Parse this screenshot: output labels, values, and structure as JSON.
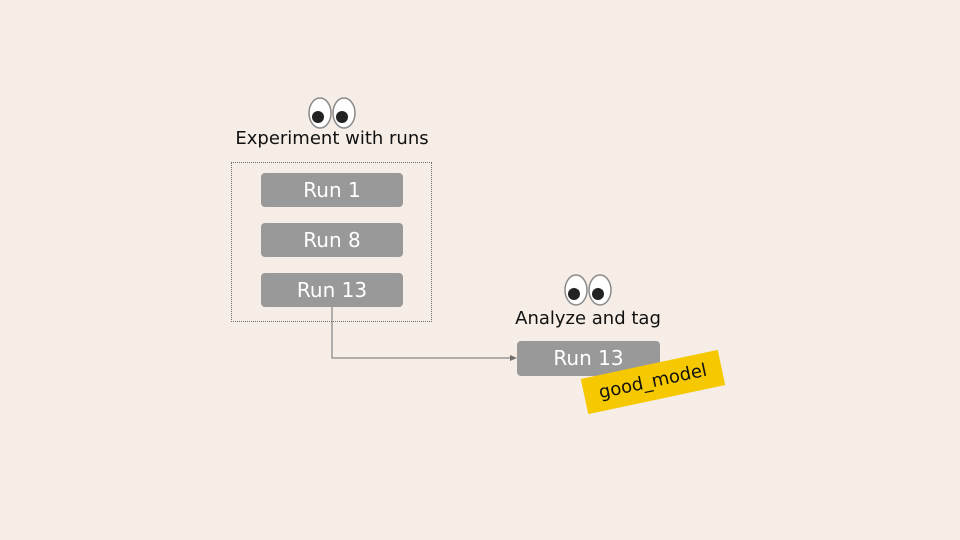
{
  "experiment": {
    "eyes_icon": "eyes-emoji-icon",
    "title": "Experiment with runs",
    "runs": [
      "Run 1",
      "Run 8",
      "Run 13"
    ]
  },
  "analysis": {
    "eyes_icon": "eyes-emoji-icon",
    "title": "Analyze and tag",
    "run": "Run 13",
    "tag": "good_model"
  },
  "colors": {
    "background": "#f5ede6",
    "run_fill": "#999999",
    "tag_fill": "#f5c800",
    "connector": "#6d6d6d"
  }
}
